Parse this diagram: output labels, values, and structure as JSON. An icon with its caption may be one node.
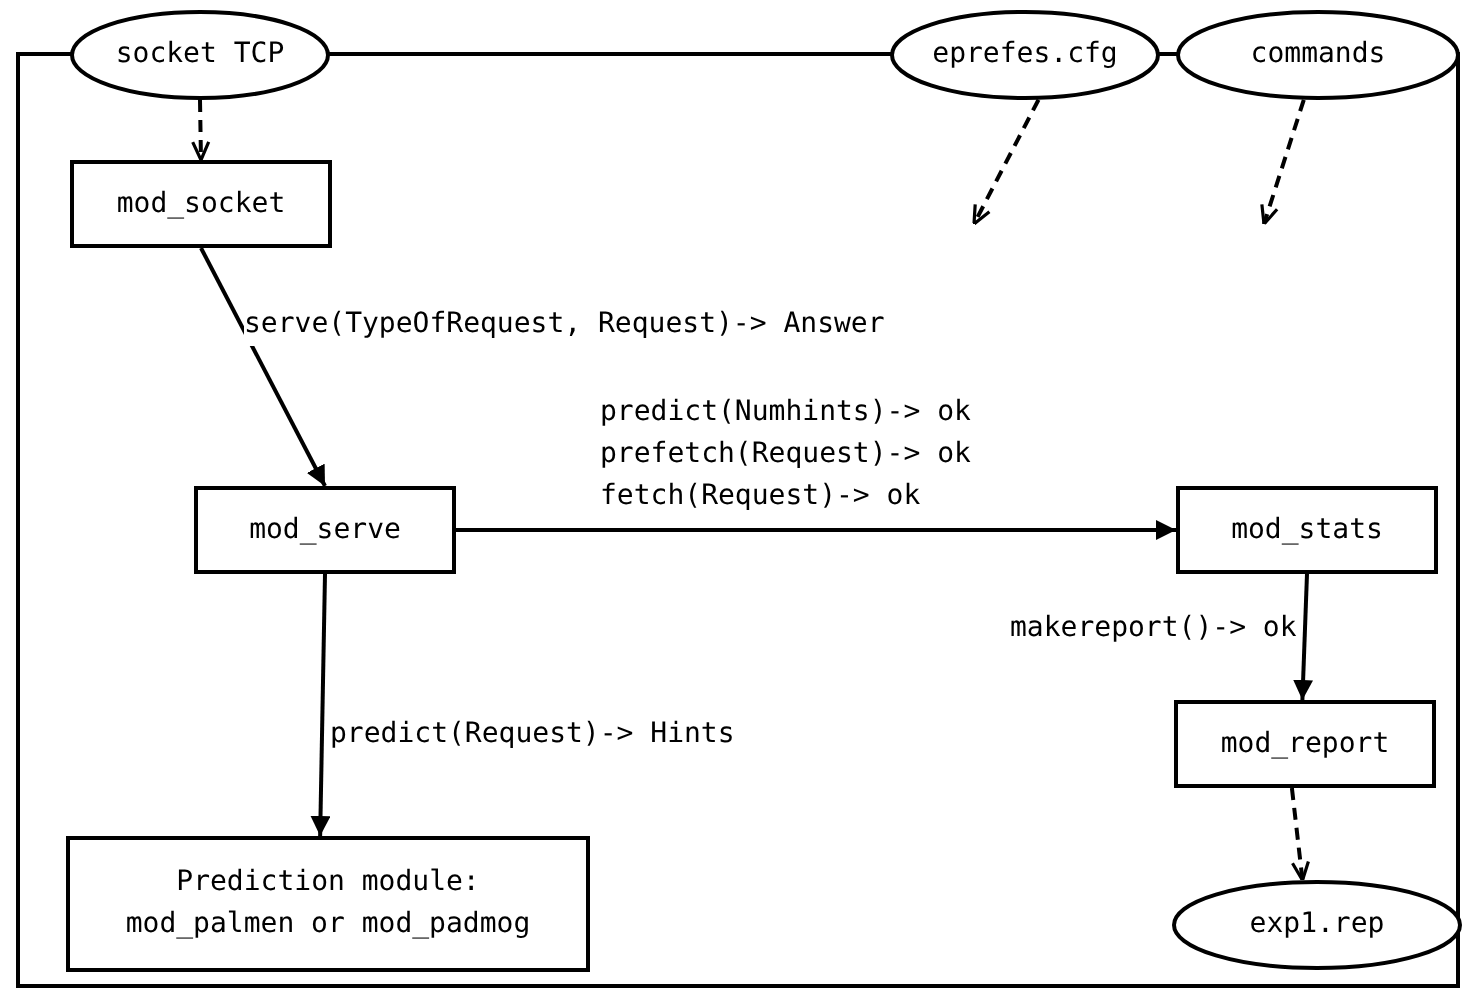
{
  "diagram": {
    "nodes": [
      {
        "text": [],
        "shape": "box"
      },
      {
        "text": [
          "socket TCP"
        ]
      },
      {
        "text": [
          "eprefes.cfg"
        ]
      },
      {
        "text": [
          "commands"
        ]
      },
      {
        "text": [
          "mod_socket"
        ],
        "in": 0
      },
      {
        "text": [
          "mod_serve"
        ],
        "in": 0
      },
      {
        "text": [
          "mod_stats"
        ],
        "in": 0
      },
      {
        "text": [
          "mod_report"
        ],
        "in": 0
      },
      {
        "text": [
          "Prediction module: mod_palmen or mod_padmog"
        ],
        "in": 0
      },
      {
        "text": [
          "exp1.rep"
        ],
        "in": 0
      }
    ],
    "edges": [
      {
        "from": 1,
        "to": 4,
        "arrow": "to",
        "style": "dashed"
      },
      {
        "from": 2,
        "to": null,
        "arrow": "to",
        "style": "dashed"
      },
      {
        "from": 3,
        "to": null,
        "arrow": "to",
        "style": "dashed"
      },
      {
        "from": 4,
        "to": 5,
        "arrow": "to",
        "label": "serve(TypeOfRequest, Request)-> Answer"
      },
      {
        "from": 5,
        "to": 6,
        "arrow": "to",
        "label": "predict(Numhints)-> ok prefetch(Request)-> ok fetch(Request)-> ok"
      },
      {
        "from": 6,
        "to": 7,
        "arrow": "to",
        "label": "makereport()-> ok"
      },
      {
        "from": 5,
        "to": 8,
        "arrow": "to",
        "label": "predict(Request)-> Hints"
      },
      {
        "from": 7,
        "to": 9,
        "arrow": "to",
        "style": "dashed"
      }
    ]
  }
}
